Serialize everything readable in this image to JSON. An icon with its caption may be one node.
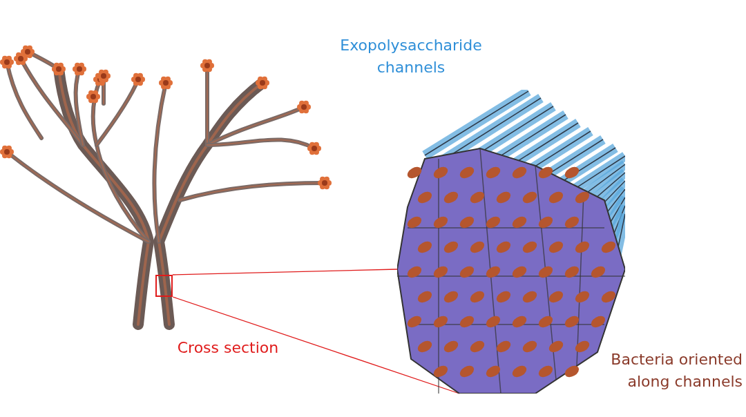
{
  "diagram": {
    "nodes": [
      {
        "text": [],
        "shape": "picture"
      },
      {
        "text": [],
        "shape": "box",
        "in": 0
      },
      {
        "text": [],
        "shape": "picture"
      }
    ],
    "edges": [
      {
        "from": 1,
        "to": 2,
        "arrow": "none"
      },
      {
        "from": 1,
        "to": 2,
        "arrow": "none"
      }
    ],
    "labels": [
      "Exopolysaccharide channels",
      "Cross section",
      "Bacteria oriented along channels"
    ]
  }
}
